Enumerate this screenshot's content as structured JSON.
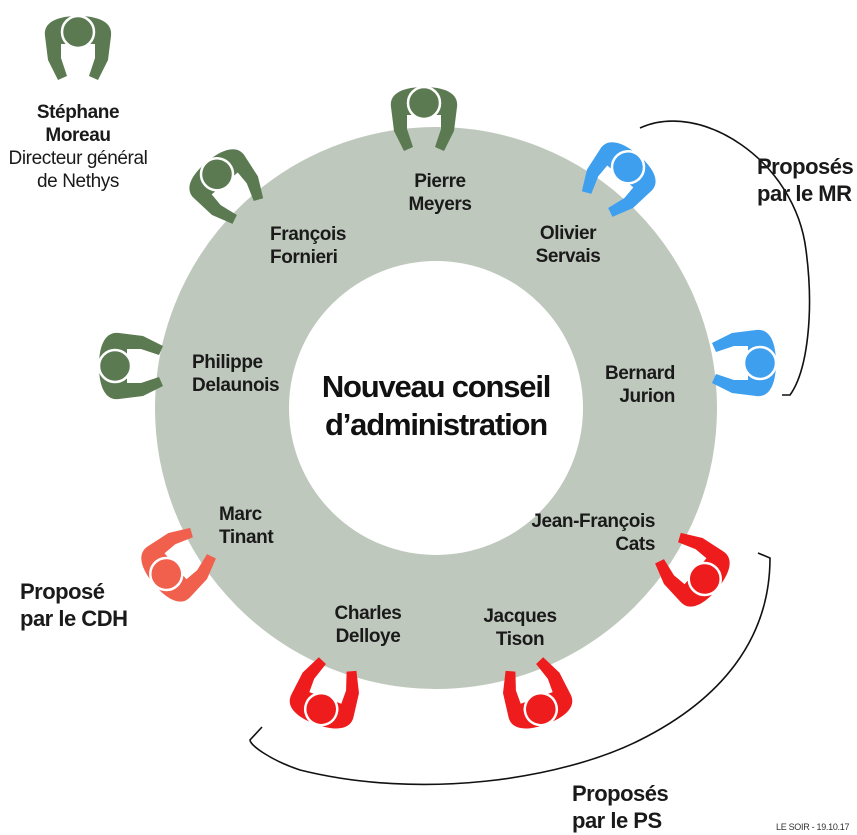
{
  "title": [
    "Nouveau conseil",
    "d’administration"
  ],
  "ceo": {
    "name": [
      "Stéphane",
      "Moreau"
    ],
    "role": [
      "Directeur général",
      "de Nethys"
    ]
  },
  "members": [
    {
      "id": "pierre-meyers",
      "name": [
        "Pierre",
        "Meyers"
      ],
      "group": "green"
    },
    {
      "id": "olivier-servais",
      "name": [
        "Olivier",
        "Servais"
      ],
      "group": "blue"
    },
    {
      "id": "bernard-jurion",
      "name": [
        "Bernard",
        "Jurion"
      ],
      "group": "blue"
    },
    {
      "id": "jean-francois-cats",
      "name": [
        "Jean-François",
        "Cats"
      ],
      "group": "red"
    },
    {
      "id": "jacques-tison",
      "name": [
        "Jacques",
        "Tison"
      ],
      "group": "red"
    },
    {
      "id": "charles-delloye",
      "name": [
        "Charles",
        "Delloye"
      ],
      "group": "red"
    },
    {
      "id": "marc-tinant",
      "name": [
        "Marc",
        "Tinant"
      ],
      "group": "coral"
    },
    {
      "id": "philippe-delaunois",
      "name": [
        "Philippe",
        "Delaunois"
      ],
      "group": "green"
    },
    {
      "id": "francois-fornieri",
      "name": [
        "François",
        "Fornieri"
      ],
      "group": "green"
    }
  ],
  "groups": {
    "mr": [
      "Proposés",
      "par le MR"
    ],
    "ps": [
      "Proposés",
      "par le PS"
    ],
    "cdh": [
      "Proposé",
      "par le CDH"
    ]
  },
  "colors": {
    "green": "#5b7a52",
    "blue": "#3f9fef",
    "red": "#ee1c1c",
    "coral": "#f0604d",
    "ring": "#bfc8bd"
  },
  "credit": "LE SOIR - 19.10.17"
}
